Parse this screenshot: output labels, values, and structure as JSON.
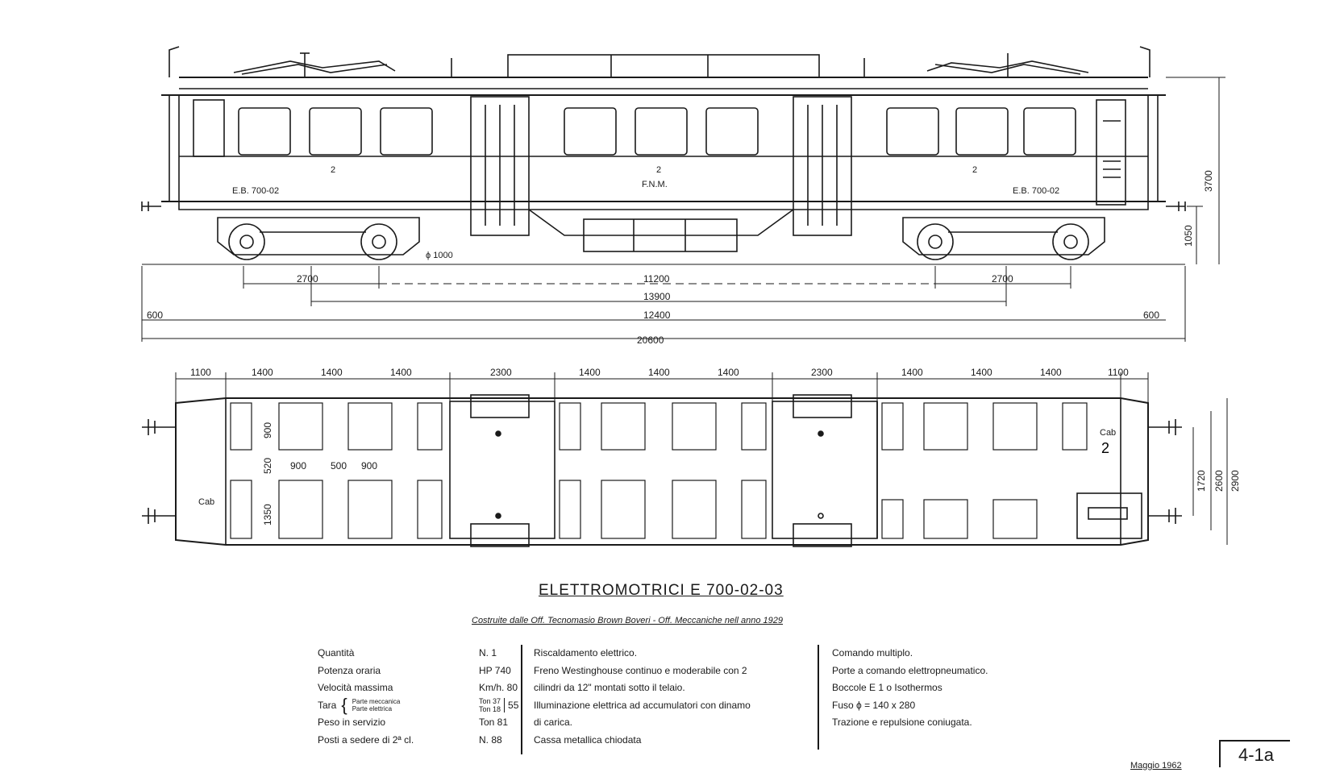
{
  "side_view": {
    "car_labels": [
      "E.B. 700-02",
      "2",
      "2",
      "F.N.M.",
      "2",
      "E.B. 700-02"
    ],
    "wheel_label": "ϕ 1000",
    "dims_horizontal": [
      "2700",
      "11200",
      "2700",
      "13900",
      "600",
      "12400",
      "600",
      "20600"
    ],
    "dims_vertical": [
      "3700",
      "1050"
    ]
  },
  "plan_view": {
    "dims_top": [
      "1100",
      "1400",
      "1400",
      "1400",
      "2300",
      "1400",
      "1400",
      "1400",
      "2300",
      "1400",
      "1400",
      "1400",
      "1100"
    ],
    "dims_inner": [
      "900",
      "520",
      "1350",
      "900",
      "500",
      "900"
    ],
    "dims_right": [
      "1720",
      "2600",
      "2900"
    ],
    "cab_labels": [
      "Cab",
      "2",
      "Cab"
    ]
  },
  "title": "ELETTROMOTRICI E 700-02-03",
  "subtitle": "Costruite dalle Off. Tecnomasio Brown Boveri - Off. Meccaniche nell anno 1929",
  "specs": {
    "names": [
      "Quantità",
      "Potenza oraria",
      "Velocità massima",
      "Tara",
      "Peso in servizio",
      "Posti a sedere di 2ª cl."
    ],
    "tara_parts": [
      "Parte meccanica",
      "Parte elettrica"
    ],
    "values": [
      "N. 1",
      "HP 740",
      "Km/h. 80",
      "Ton 37",
      "Ton 18",
      "55",
      "Ton 81",
      "N. 88"
    ],
    "col2": [
      "Riscaldamento elettrico.",
      "Freno Westinghouse continuo e moderabile con 2",
      "cilindri da 12\" montati sotto il telaio.",
      "Illuminazione elettrica ad accumulatori con dinamo",
      "di carica.",
      "Cassa metallica chiodata"
    ],
    "col3": [
      "Comando multiplo.",
      "Porte a comando elettropneumatico.",
      "Boccole E 1 o Isothermos",
      "Fuso ϕ = 140 x 280",
      "Trazione e repulsione coniugata."
    ]
  },
  "footer": {
    "date": "Maggio 1962",
    "sheet": "4-1a"
  }
}
